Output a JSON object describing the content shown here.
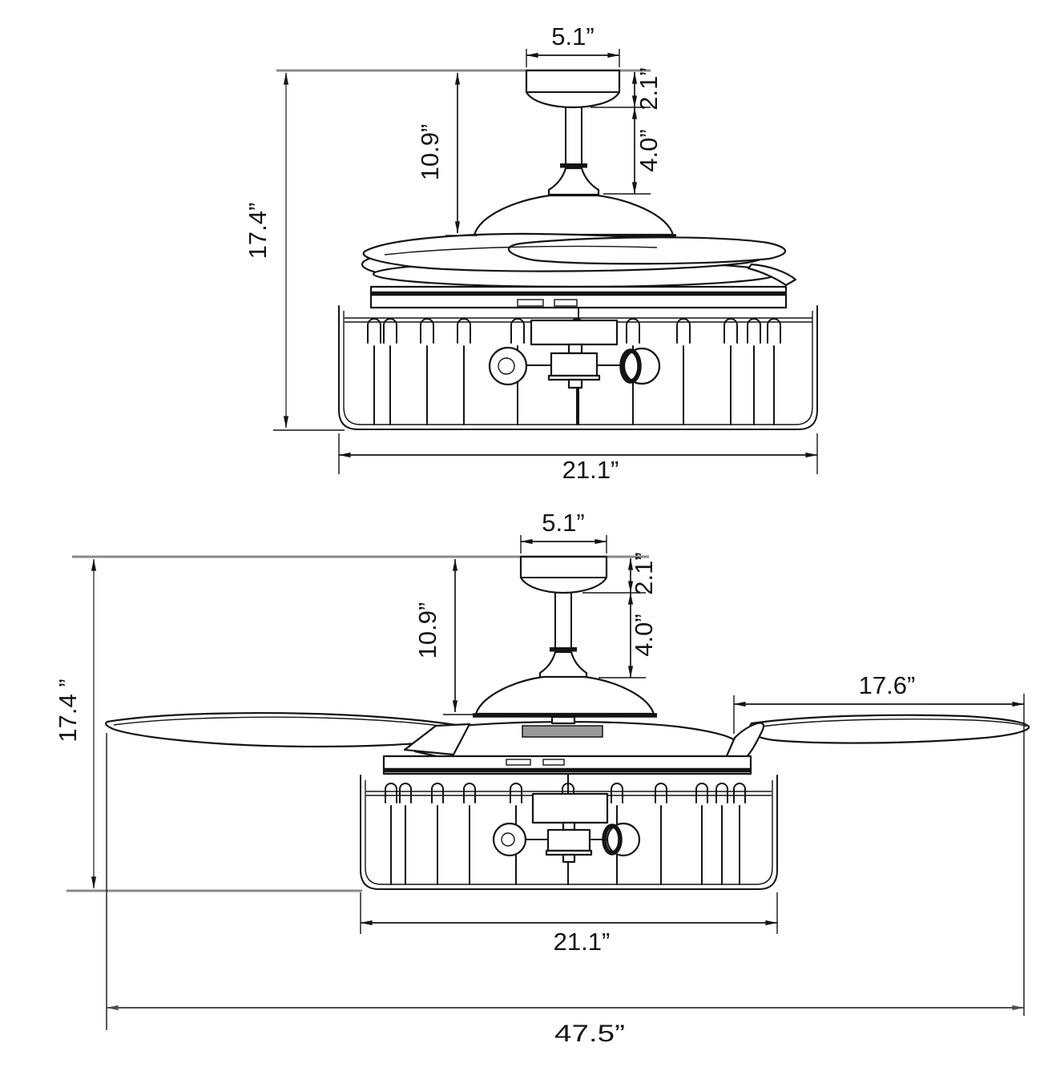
{
  "colors": {
    "line": "#141414",
    "guide_gray": "#8a8a8a",
    "sweep_dim_gray": "#4d4d4d",
    "background": "#ffffff"
  },
  "views": {
    "closed": {
      "name": "fan-front-view-blades-retracted",
      "dims": {
        "canopy_width": "5.1”",
        "canopy_height": "2.1”",
        "downrod_length": "4.0”",
        "ceiling_to_motor": "10.9”",
        "overall_height": "17.4”",
        "cage_width": "21.1”"
      }
    },
    "open": {
      "name": "fan-front-view-blades-extended",
      "dims": {
        "canopy_width": "5.1”",
        "canopy_height": "2.1”",
        "downrod_length": "4.0”",
        "ceiling_to_motor": "10.9”",
        "overall_height": "17.4 ”",
        "blade_length": "17.6”",
        "cage_width": "21.1”",
        "blade_sweep": "47.5”"
      }
    }
  }
}
